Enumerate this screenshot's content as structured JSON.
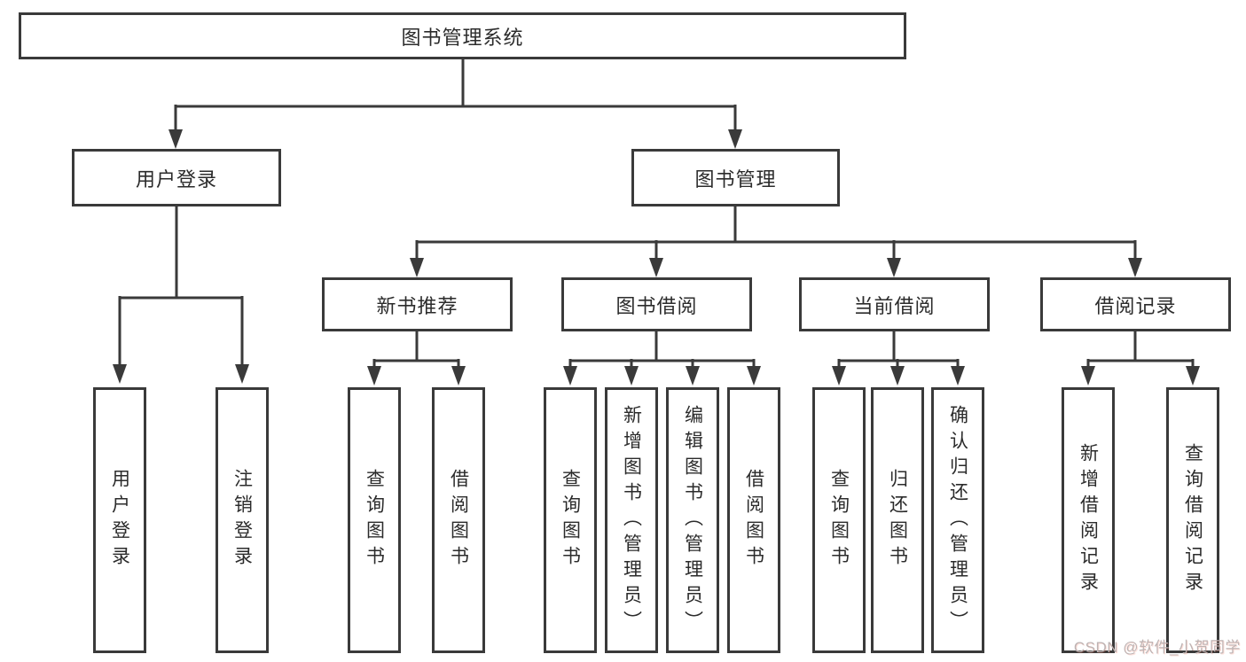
{
  "diagram": {
    "root": {
      "label": "图书管理系统"
    },
    "user_login_branch": {
      "label": "用户登录",
      "children": [
        {
          "label": "用户登录"
        },
        {
          "label": "注销登录"
        }
      ]
    },
    "book_mgmt_branch": {
      "label": "图书管理",
      "sections": [
        {
          "label": "新书推荐",
          "children": [
            {
              "label": "查询图书"
            },
            {
              "label": "借阅图书"
            }
          ]
        },
        {
          "label": "图书借阅",
          "children": [
            {
              "label": "查询图书"
            },
            {
              "label": "新增图书（管理员）"
            },
            {
              "label": "编辑图书（管理员）"
            },
            {
              "label": "借阅图书"
            }
          ]
        },
        {
          "label": "当前借阅",
          "children": [
            {
              "label": "查询图书"
            },
            {
              "label": "归还图书"
            },
            {
              "label": "确认归还（管理员）"
            }
          ]
        },
        {
          "label": "借阅记录",
          "children": [
            {
              "label": "新增借阅记录"
            },
            {
              "label": "查询借阅记录"
            }
          ]
        }
      ]
    }
  },
  "watermark": {
    "text": "CSDN @软件_小贺同学"
  },
  "colors": {
    "line": "#3a3a3a",
    "text": "#2b2b2b",
    "bg": "#ffffff",
    "watermark": "#bdb3b3"
  }
}
